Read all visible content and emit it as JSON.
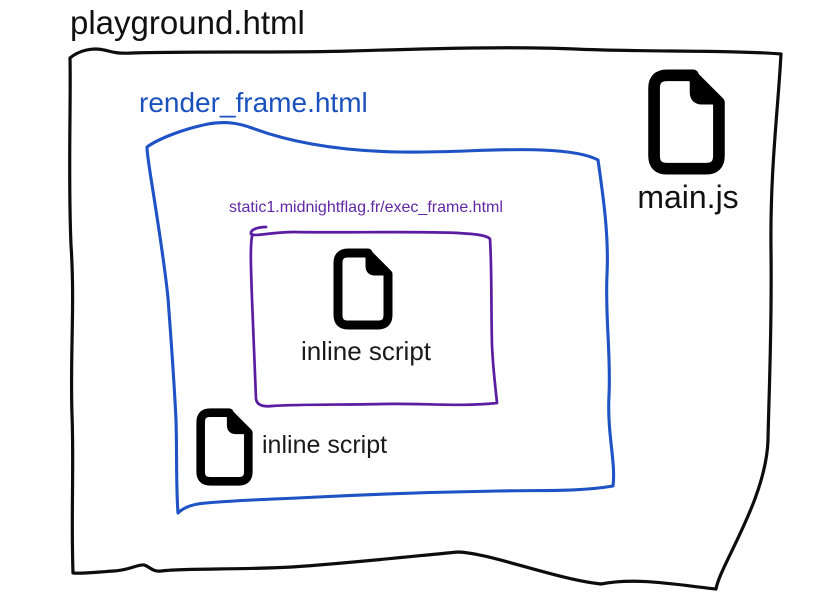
{
  "colors": {
    "outer_frame_stroke": "#0d0d0d",
    "render_frame_stroke": "#1e52c5",
    "render_frame_text": "#1b51bd",
    "exec_frame_stroke": "#5a1ca1",
    "exec_frame_text": "#6128a5",
    "icon_color": "#000000"
  },
  "diagram": {
    "playground": {
      "label": "playground.html"
    },
    "render_frame": {
      "label": "render_frame.html"
    },
    "exec_frame": {
      "label": "static1.midnightflag.fr/exec_frame.html"
    },
    "exec_inline_script": {
      "label": "inline script",
      "icon": "file-icon"
    },
    "render_inline_script": {
      "label": "inline script",
      "icon": "file-icon"
    },
    "main_script": {
      "label": "main.js",
      "icon": "file-icon"
    }
  }
}
